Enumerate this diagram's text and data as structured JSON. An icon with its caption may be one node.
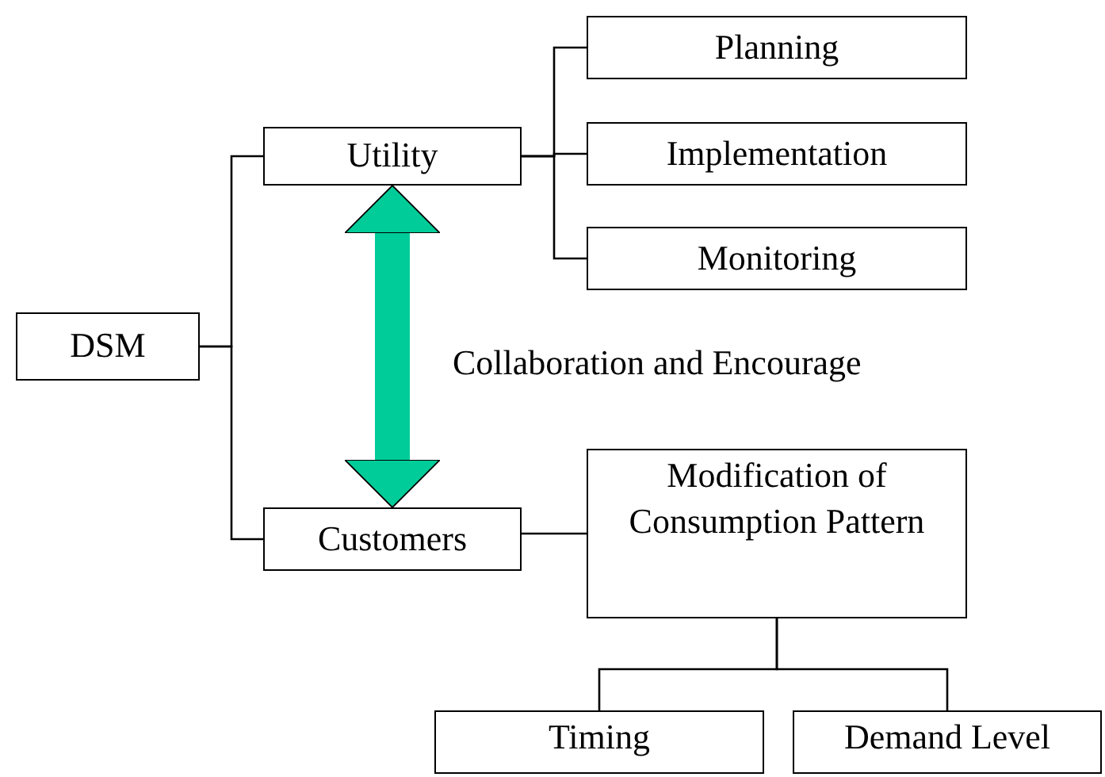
{
  "diagram": {
    "nodes": [
      {
        "text": [
          "DSM"
        ]
      },
      {
        "text": [
          "Utility"
        ]
      },
      {
        "text": [
          "Planning"
        ]
      },
      {
        "text": [
          "Implementation"
        ]
      },
      {
        "text": [
          "Monitoring"
        ]
      },
      {
        "text": [
          "Customers"
        ]
      },
      {
        "text": [
          "Modification of Consumption Pattern"
        ]
      },
      {
        "text": [
          "Timing"
        ]
      },
      {
        "text": [
          "Demand Level"
        ]
      }
    ],
    "edges": [
      {
        "from": 0,
        "to": 1,
        "arrow": "none"
      },
      {
        "from": 0,
        "to": 5,
        "arrow": "none"
      },
      {
        "from": 1,
        "to": 2,
        "arrow": "none"
      },
      {
        "from": 1,
        "to": 3,
        "arrow": "none"
      },
      {
        "from": 1,
        "to": 4,
        "arrow": "none"
      },
      {
        "from": 1,
        "to": 5,
        "arrow": "both",
        "label": "Collaboration and Encourage",
        "style": "thick",
        "color": "#00cc99"
      },
      {
        "from": 5,
        "to": 6,
        "arrow": "none"
      },
      {
        "from": 6,
        "to": 7,
        "arrow": "none"
      },
      {
        "from": 6,
        "to": 8,
        "arrow": "none"
      }
    ]
  }
}
